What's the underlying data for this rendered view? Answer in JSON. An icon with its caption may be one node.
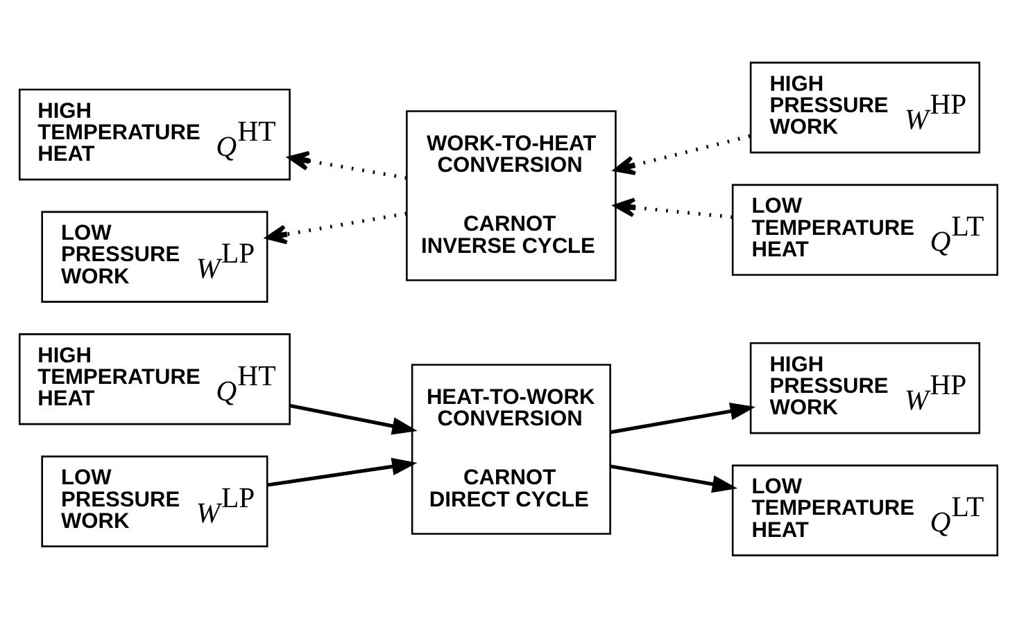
{
  "diagram": {
    "nodes": [
      {
        "text": [
          "HIGH TEMPERATURE HEAT",
          "Q$^{HT}$"
        ]
      },
      {
        "text": [
          "HEAT-TO-WORK CONVERSION",
          "CARNOT DIRECT CYCLE"
        ]
      },
      {
        "text": [
          "HIGH PRESSURE WORK",
          "W$^{HP}$"
        ]
      },
      {
        "text": [
          "LOW PRESSURE WORK",
          "W$^{LP}$"
        ]
      },
      {
        "text": [
          "LOW TEMPERATURE HEAT",
          "Q$^{LT}$"
        ]
      },
      {
        "text": [
          "HIGH TEMPERATURE HEAT",
          "Q$^{HT}$"
        ]
      },
      {
        "text": [
          "WORK-TO-HEAT CONVERSION",
          "CARNOT INVERSE CYCLE"
        ]
      },
      {
        "text": [
          "HIGH PRESSURE WORK",
          "W$^{HP}$"
        ]
      },
      {
        "text": [
          "LOW PRESSURE WORK",
          "W$^{LP}$"
        ]
      },
      {
        "text": [
          "LOW TEMPERATURE HEAT",
          "Q$^{LT}$"
        ]
      }
    ],
    "edges": [
      {
        "from": 0,
        "to": 1,
        "arrow": "to"
      },
      {
        "from": 3,
        "to": 1,
        "arrow": "to"
      },
      {
        "from": 1,
        "to": 2,
        "arrow": "to"
      },
      {
        "from": 1,
        "to": 4,
        "arrow": "to"
      },
      {
        "from": 7,
        "to": 6,
        "arrow": "to",
        "style": "dashed"
      },
      {
        "from": 9,
        "to": 6,
        "arrow": "to",
        "style": "dashed"
      },
      {
        "from": 6,
        "to": 5,
        "arrow": "to",
        "style": "dashed"
      },
      {
        "from": 6,
        "to": 8,
        "arrow": "to",
        "style": "dashed"
      }
    ]
  }
}
